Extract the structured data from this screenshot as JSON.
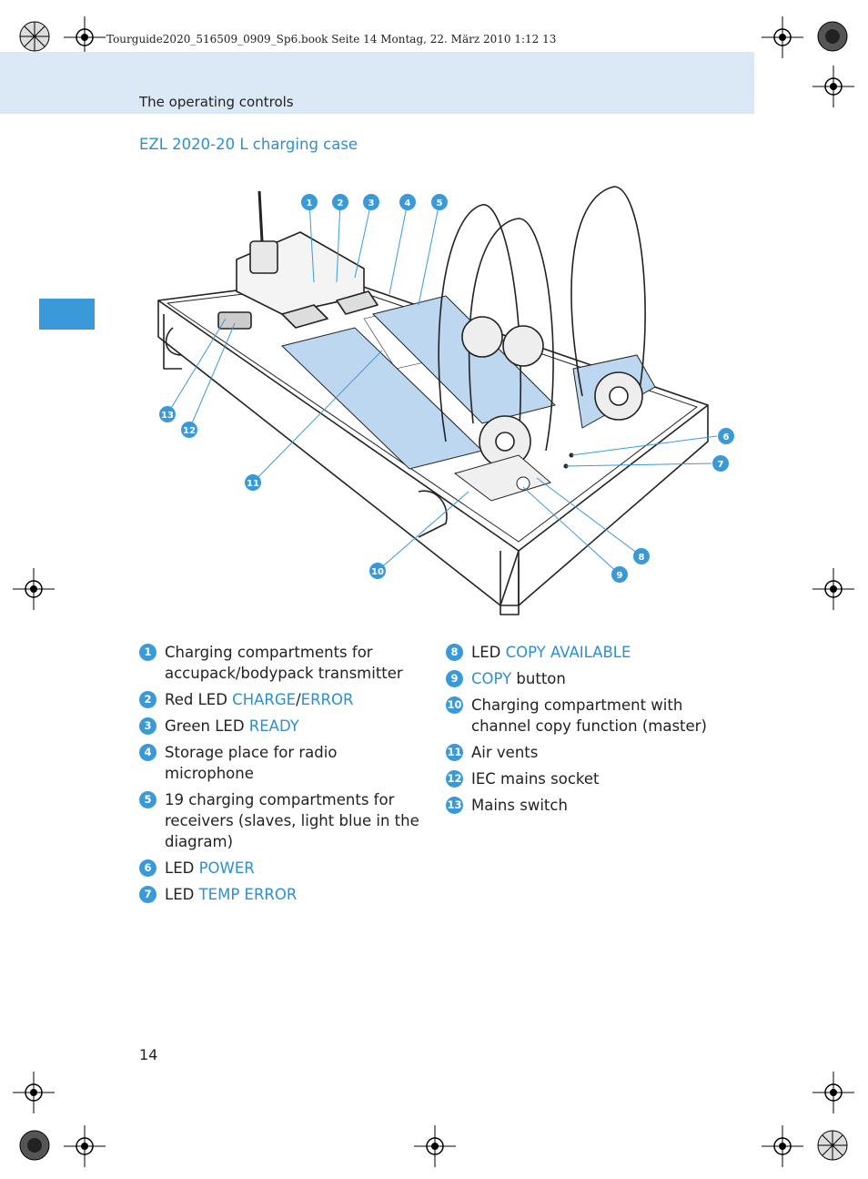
{
  "print_header": "Tourguide2020_516509_0909_Sp6.book  Seite 14  Montag, 22. März 2010  1:12 13",
  "section_title": "The operating controls",
  "heading": "EZL 2020-20 L charging case",
  "page_number": "14",
  "colors": {
    "accent": "#3a9ad9",
    "band": "#dbe9f7",
    "slot_fill": "#bcd7ef"
  },
  "figure_callouts": [
    "1",
    "2",
    "3",
    "4",
    "5",
    "6",
    "7",
    "8",
    "9",
    "10",
    "11",
    "12",
    "13"
  ],
  "legend_left": [
    {
      "num": "1",
      "parts": [
        {
          "text": "Charging compartments for accupack/bodypack transmitter"
        }
      ]
    },
    {
      "num": "2",
      "parts": [
        {
          "text": "Red LED "
        },
        {
          "text": "CHARGE",
          "hl": true
        },
        {
          "text": "/"
        },
        {
          "text": "ERROR",
          "hl": true
        }
      ]
    },
    {
      "num": "3",
      "parts": [
        {
          "text": "Green LED "
        },
        {
          "text": "READY",
          "hl": true
        }
      ]
    },
    {
      "num": "4",
      "parts": [
        {
          "text": "Storage place for radio microphone"
        }
      ]
    },
    {
      "num": "5",
      "parts": [
        {
          "text": "19 charging compartments for receivers (slaves, light blue in the diagram)"
        }
      ]
    },
    {
      "num": "6",
      "parts": [
        {
          "text": "LED "
        },
        {
          "text": "POWER",
          "hl": true
        }
      ]
    },
    {
      "num": "7",
      "parts": [
        {
          "text": "LED "
        },
        {
          "text": "TEMP ERROR",
          "hl": true
        }
      ]
    }
  ],
  "legend_right": [
    {
      "num": "8",
      "parts": [
        {
          "text": "LED "
        },
        {
          "text": "COPY AVAILABLE",
          "hl": true
        }
      ]
    },
    {
      "num": "9",
      "parts": [
        {
          "text": "COPY",
          "hl": true
        },
        {
          "text": " button"
        }
      ]
    },
    {
      "num": "10",
      "parts": [
        {
          "text": "Charging compartment with channel copy function (master)"
        }
      ]
    },
    {
      "num": "11",
      "parts": [
        {
          "text": "Air vents"
        }
      ]
    },
    {
      "num": "12",
      "parts": [
        {
          "text": "IEC mains socket"
        }
      ]
    },
    {
      "num": "13",
      "parts": [
        {
          "text": "Mains switch"
        }
      ]
    }
  ]
}
